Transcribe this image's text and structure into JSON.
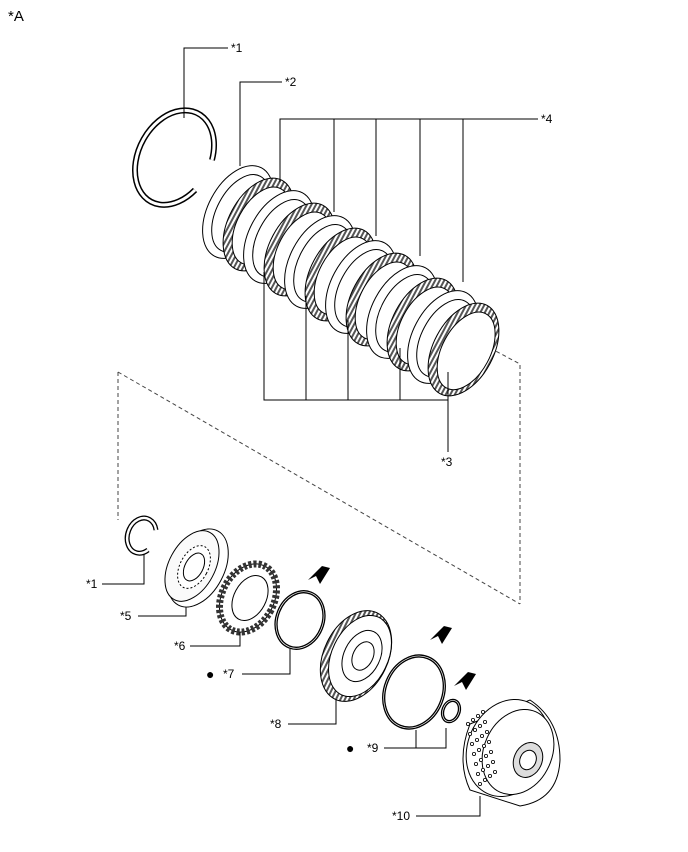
{
  "corner_label": "*A",
  "callouts": [
    {
      "id": "1a",
      "text": "*1"
    },
    {
      "id": "2",
      "text": "*2"
    },
    {
      "id": "4",
      "text": "*4"
    },
    {
      "id": "3",
      "text": "*3"
    },
    {
      "id": "1b",
      "text": "*1"
    },
    {
      "id": "5",
      "text": "*5"
    },
    {
      "id": "6",
      "text": "*6"
    },
    {
      "id": "7",
      "text": "*7"
    },
    {
      "id": "8",
      "text": "*8"
    },
    {
      "id": "9",
      "text": "*9"
    },
    {
      "id": "10",
      "text": "*10"
    }
  ],
  "bullet": "●",
  "colors": {
    "line": "#000000",
    "fill": "#ffffff",
    "hidden": "#777777"
  }
}
